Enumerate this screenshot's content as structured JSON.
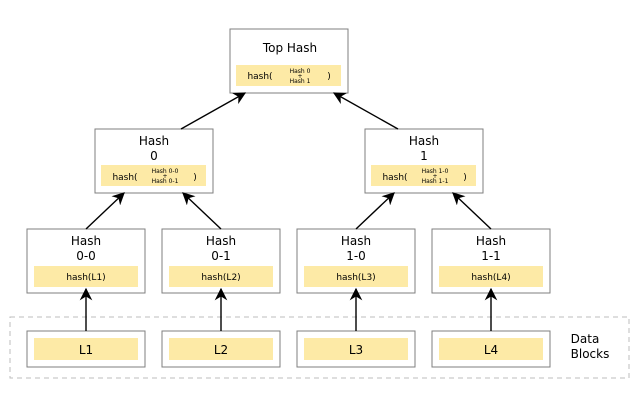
{
  "diagram": {
    "top": {
      "title": "Top Hash",
      "hash_prefix": "hash(",
      "arg_1": "Hash 0",
      "plus": "+",
      "arg_2": "Hash 1",
      "suffix": ")"
    },
    "level1": [
      {
        "title_1": "Hash",
        "title_2": "0",
        "hash_prefix": "hash(",
        "arg_1": "Hash 0-0",
        "plus": "+",
        "arg_2": "Hash 0-1",
        "suffix": ")"
      },
      {
        "title_1": "Hash",
        "title_2": "1",
        "hash_prefix": "hash(",
        "arg_1": "Hash 1-0",
        "plus": "+",
        "arg_2": "Hash 1-1",
        "suffix": ")"
      }
    ],
    "level2": [
      {
        "title_1": "Hash",
        "title_2": "0-0",
        "hash": "hash(L1)"
      },
      {
        "title_1": "Hash",
        "title_2": "0-1",
        "hash": "hash(L2)"
      },
      {
        "title_1": "Hash",
        "title_2": "1-0",
        "hash": "hash(L3)"
      },
      {
        "title_1": "Hash",
        "title_2": "1-1",
        "hash": "hash(L4)"
      }
    ],
    "leaves": [
      "L1",
      "L2",
      "L3",
      "L4"
    ],
    "data_blocks_label_1": "Data",
    "data_blocks_label_2": "Blocks",
    "colors": {
      "fill_inner": "#fdeaa6",
      "border": "#7f7f7f",
      "dashed_border": "#bdbdbd"
    }
  }
}
